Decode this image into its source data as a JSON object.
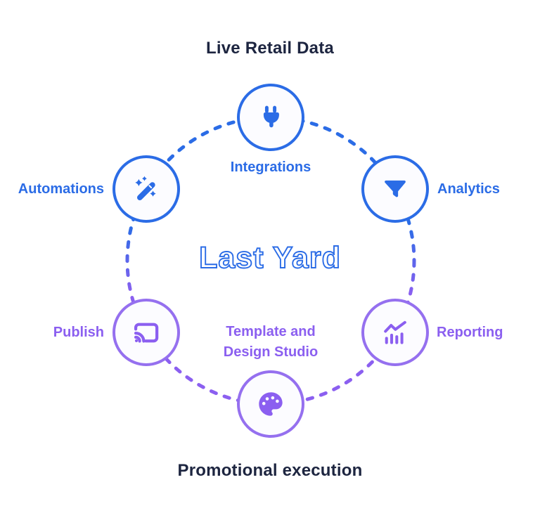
{
  "headings": {
    "top": "Live Retail Data",
    "bottom": "Promotional execution"
  },
  "center_logo": "Last Yard",
  "nodes": [
    {
      "id": "integrations",
      "label": "Integrations",
      "icon": "plug-icon",
      "color": "blue",
      "label_position": "below"
    },
    {
      "id": "analytics",
      "label": "Analytics",
      "icon": "funnel-icon",
      "color": "blue",
      "label_position": "right"
    },
    {
      "id": "reporting",
      "label": "Reporting",
      "icon": "bar-chart-trend-icon",
      "color": "purple",
      "label_position": "right"
    },
    {
      "id": "template_design_studio",
      "label": "Template and Design Studio",
      "icon": "palette-icon",
      "color": "purple",
      "label_position": "above"
    },
    {
      "id": "publish",
      "label": "Publish",
      "icon": "cast-icon",
      "color": "purple",
      "label_position": "left"
    },
    {
      "id": "automations",
      "label": "Automations",
      "icon": "magic-wand-icon",
      "color": "blue",
      "label_position": "left"
    }
  ],
  "colors": {
    "blue": "#2b6ce6",
    "purple": "#8b5ff0",
    "purple-border": "#9570ef",
    "heading": "#1d2540",
    "node-fill": "#fcfcff",
    "ring_gradient": [
      "#2b6ce6",
      "#8b63ee"
    ],
    "bg": "#ffffff"
  }
}
